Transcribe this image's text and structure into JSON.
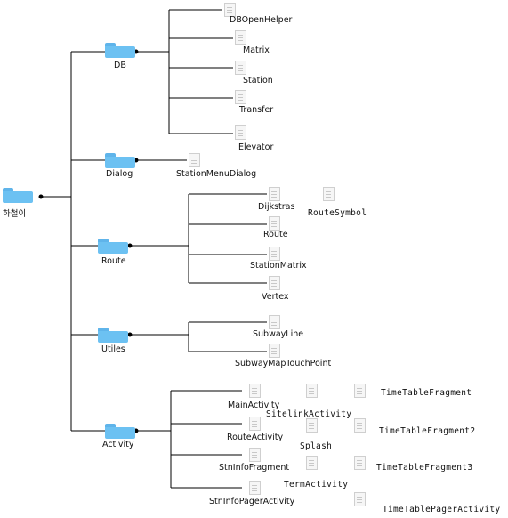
{
  "root": {
    "label": "하철이"
  },
  "groups": {
    "db": {
      "label": "DB",
      "children": [
        "DBOpenHelper",
        "Matrix",
        "Station",
        "Transfer",
        "Elevator"
      ]
    },
    "dialog": {
      "label": "Dialog",
      "children": [
        "StationMenuDialog"
      ]
    },
    "route": {
      "label": "Route",
      "children": [
        "Dijkstras",
        "Route",
        "StationMatrix",
        "Vertex"
      ],
      "extra": [
        "RouteSymbol"
      ]
    },
    "utiles": {
      "label": "Utiles",
      "children": [
        "SubwayLine",
        "SubwayMapTouchPoint"
      ]
    },
    "activity": {
      "label": "Activity",
      "children": [
        "MainActivity",
        "RouteActivity",
        "StnInfoFragment",
        "StnInfoPagerActivity"
      ],
      "extra": [
        "SitelinkActivity",
        "Splash",
        "TermActivity",
        "TimeTableFragment",
        "TimeTableFragment2",
        "TimeTableFragment3",
        "TimeTablePagerActivity"
      ]
    }
  },
  "colors": {
    "folder": "#6cc1f2",
    "line": "#000000"
  }
}
